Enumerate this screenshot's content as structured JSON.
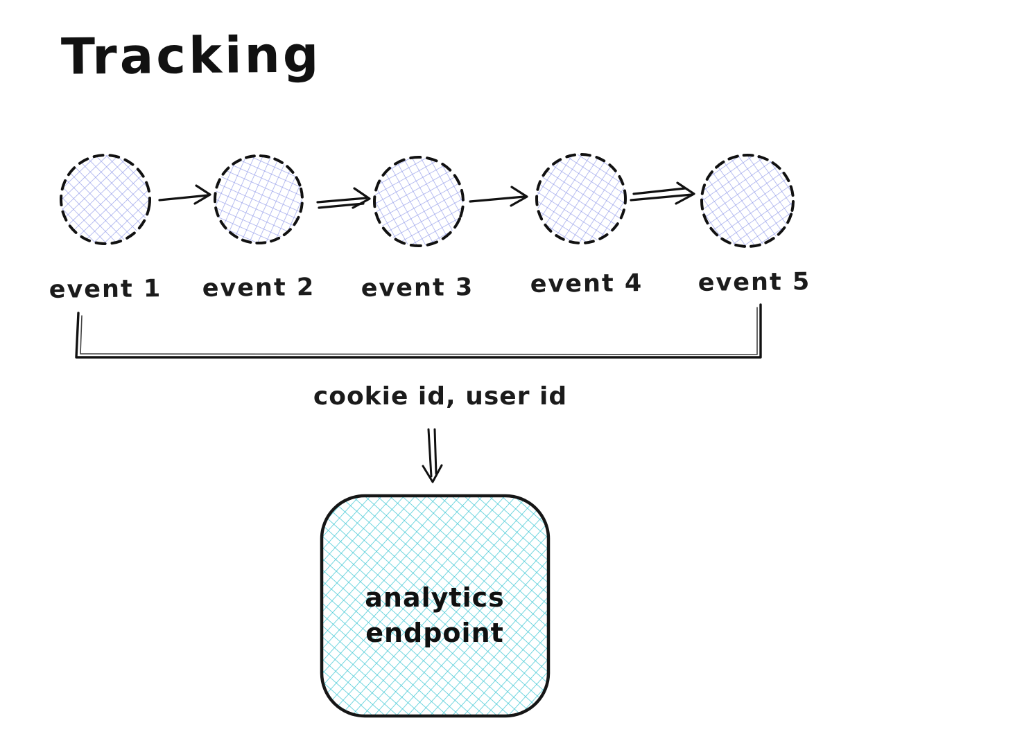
{
  "title": "Tracking",
  "events": [
    {
      "label": "event 1"
    },
    {
      "label": "event 2"
    },
    {
      "label": "event 3"
    },
    {
      "label": "event 4"
    },
    {
      "label": "event 5"
    }
  ],
  "funnel": {
    "label": "cookie id, user id"
  },
  "endpoint": {
    "line1": "analytics",
    "line2": "endpoint"
  },
  "colors": {
    "ink": "#111111",
    "event_hatch": "#8a93e8",
    "endpoint_hatch": "#3cc7d3",
    "background": "#ffffff"
  }
}
